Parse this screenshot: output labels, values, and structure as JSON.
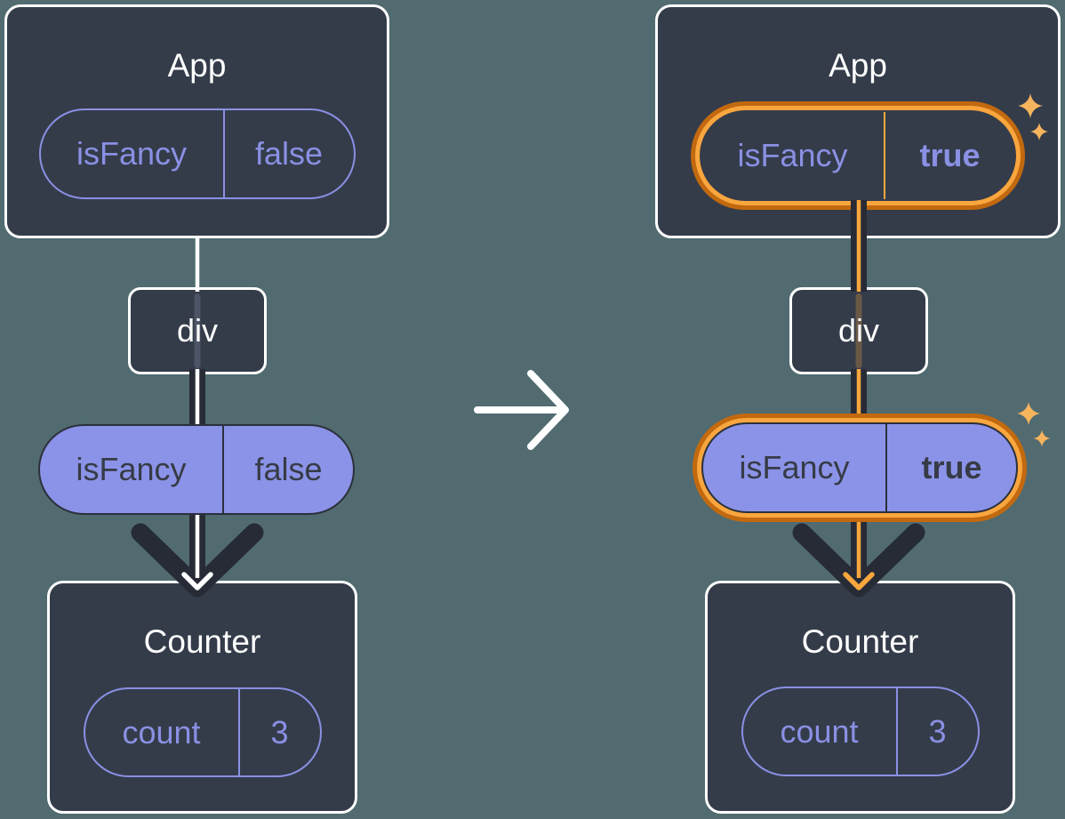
{
  "colors": {
    "background": "#516B70",
    "surface": "#343C4A",
    "white": "#FFFFFF",
    "purple": "#8A90E3",
    "purple-fill": "#8B93E8",
    "pill-dark-text": "#363B46",
    "pill-dark-border": "#2B303B",
    "flow-dark": "#262B36",
    "orange": "#F9A63E",
    "orange-dark": "#C2690F",
    "sparkle": "#F6B45D"
  },
  "icons": {
    "transition": "arrow-right-icon",
    "highlight": "sparkle-icon"
  },
  "before": {
    "app": {
      "title": "App",
      "prop": {
        "name": "isFancy",
        "value": "false"
      }
    },
    "div_node": {
      "label": "div"
    },
    "passed_prop": {
      "name": "isFancy",
      "value": "false"
    },
    "counter": {
      "title": "Counter",
      "state": {
        "name": "count",
        "value": "3"
      }
    }
  },
  "after": {
    "app": {
      "title": "App",
      "prop": {
        "name": "isFancy",
        "value": "true"
      }
    },
    "div_node": {
      "label": "div"
    },
    "passed_prop": {
      "name": "isFancy",
      "value": "true"
    },
    "counter": {
      "title": "Counter",
      "state": {
        "name": "count",
        "value": "3"
      }
    }
  }
}
